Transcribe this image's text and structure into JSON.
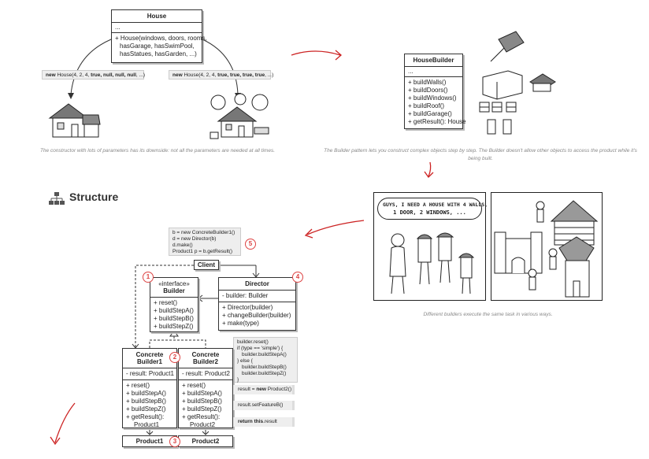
{
  "house_class": {
    "title": "House",
    "fields": "...",
    "methods": [
      "+ House(windows, doors, rooms,",
      "hasGarage, hasSwimPool,",
      "hasStatues, hasGarden, ...)"
    ]
  },
  "constructor_calls": {
    "left": {
      "keyword": "new",
      "rest": "House(4, 2, 4, ",
      "bold": "true, null, null, null",
      "tail": ", ...)"
    },
    "right": {
      "keyword": "new",
      "rest": "House(4, 2, 4, ",
      "bold": "true, true, true, true",
      "tail": ", ...)"
    }
  },
  "caption_left": "The constructor with lots of parameters has its downside: not all the parameters are needed at all times.",
  "house_builder": {
    "title": "HouseBuilder",
    "fields": "...",
    "methods": [
      "+ buildWalls()",
      "+ buildDoors()",
      "+ buildWindows()",
      "+ buildRoof()",
      "+ buildGarage()",
      "+ getResult(): House"
    ]
  },
  "caption_right": "The Builder pattern lets you construct complex objects step by step. The Builder doesn't allow other objects to access the product while it's being built.",
  "structure_title": "Structure",
  "client_note": [
    "b = new ConcreteBuilder1()",
    "d = new Director(b)",
    "d.make()",
    "Product1 p = b.getResult()"
  ],
  "client_label": "Client",
  "builder_iface": {
    "stereotype": "«interface»",
    "title": "Builder",
    "methods": [
      "+ reset()",
      "+ buildStepA()",
      "+ buildStepB()",
      "+ buildStepZ()"
    ]
  },
  "director": {
    "title": "Director",
    "fields": [
      "- builder: Builder"
    ],
    "methods": [
      "+ Director(builder)",
      "+ changeBuilder(builder)",
      "+ make(type)"
    ]
  },
  "director_note": [
    "builder.reset()",
    "if (type == 'simple') {",
    "  builder.buildStepA()",
    "} else {",
    "  builder.buildStepB()",
    "  builder.buildStepZ()",
    "}"
  ],
  "concrete1": {
    "title": [
      "Concrete",
      "Builder1"
    ],
    "fields": [
      "- result: Product1"
    ],
    "methods": [
      "+ reset()",
      "+ buildStepA()",
      "+ buildStepB()",
      "+ buildStepZ()",
      "+ getResult():",
      "  Product1"
    ]
  },
  "concrete2": {
    "title": [
      "Concrete",
      "Builder2"
    ],
    "fields": [
      "- result: Product2"
    ],
    "methods": [
      "+ reset()",
      "+ buildStepA()",
      "+ buildStepB()",
      "+ buildStepZ()",
      "+ getResult():",
      "  Product2"
    ]
  },
  "code_notes": {
    "reset": {
      "pre": "result = ",
      "kw": "new",
      "post": " Product2()"
    },
    "stepb": "result.setFeatureB()",
    "getresult": {
      "kw": "return this",
      "post": ".result"
    }
  },
  "product1": "Product1",
  "product2": "Product2",
  "markers": [
    "1",
    "2",
    "3",
    "4",
    "5"
  ],
  "comic_speech": [
    "GUYS, I NEED A HOUSE WITH 4 WALLS,",
    "1 DOOR, 2 WINDOWS, ..."
  ],
  "caption_comic": "Different builders execute the same task in various ways.",
  "colors": {
    "accent_red": "#cc2222",
    "note_gray": "#eeeeee",
    "caption_gray": "#888888"
  }
}
